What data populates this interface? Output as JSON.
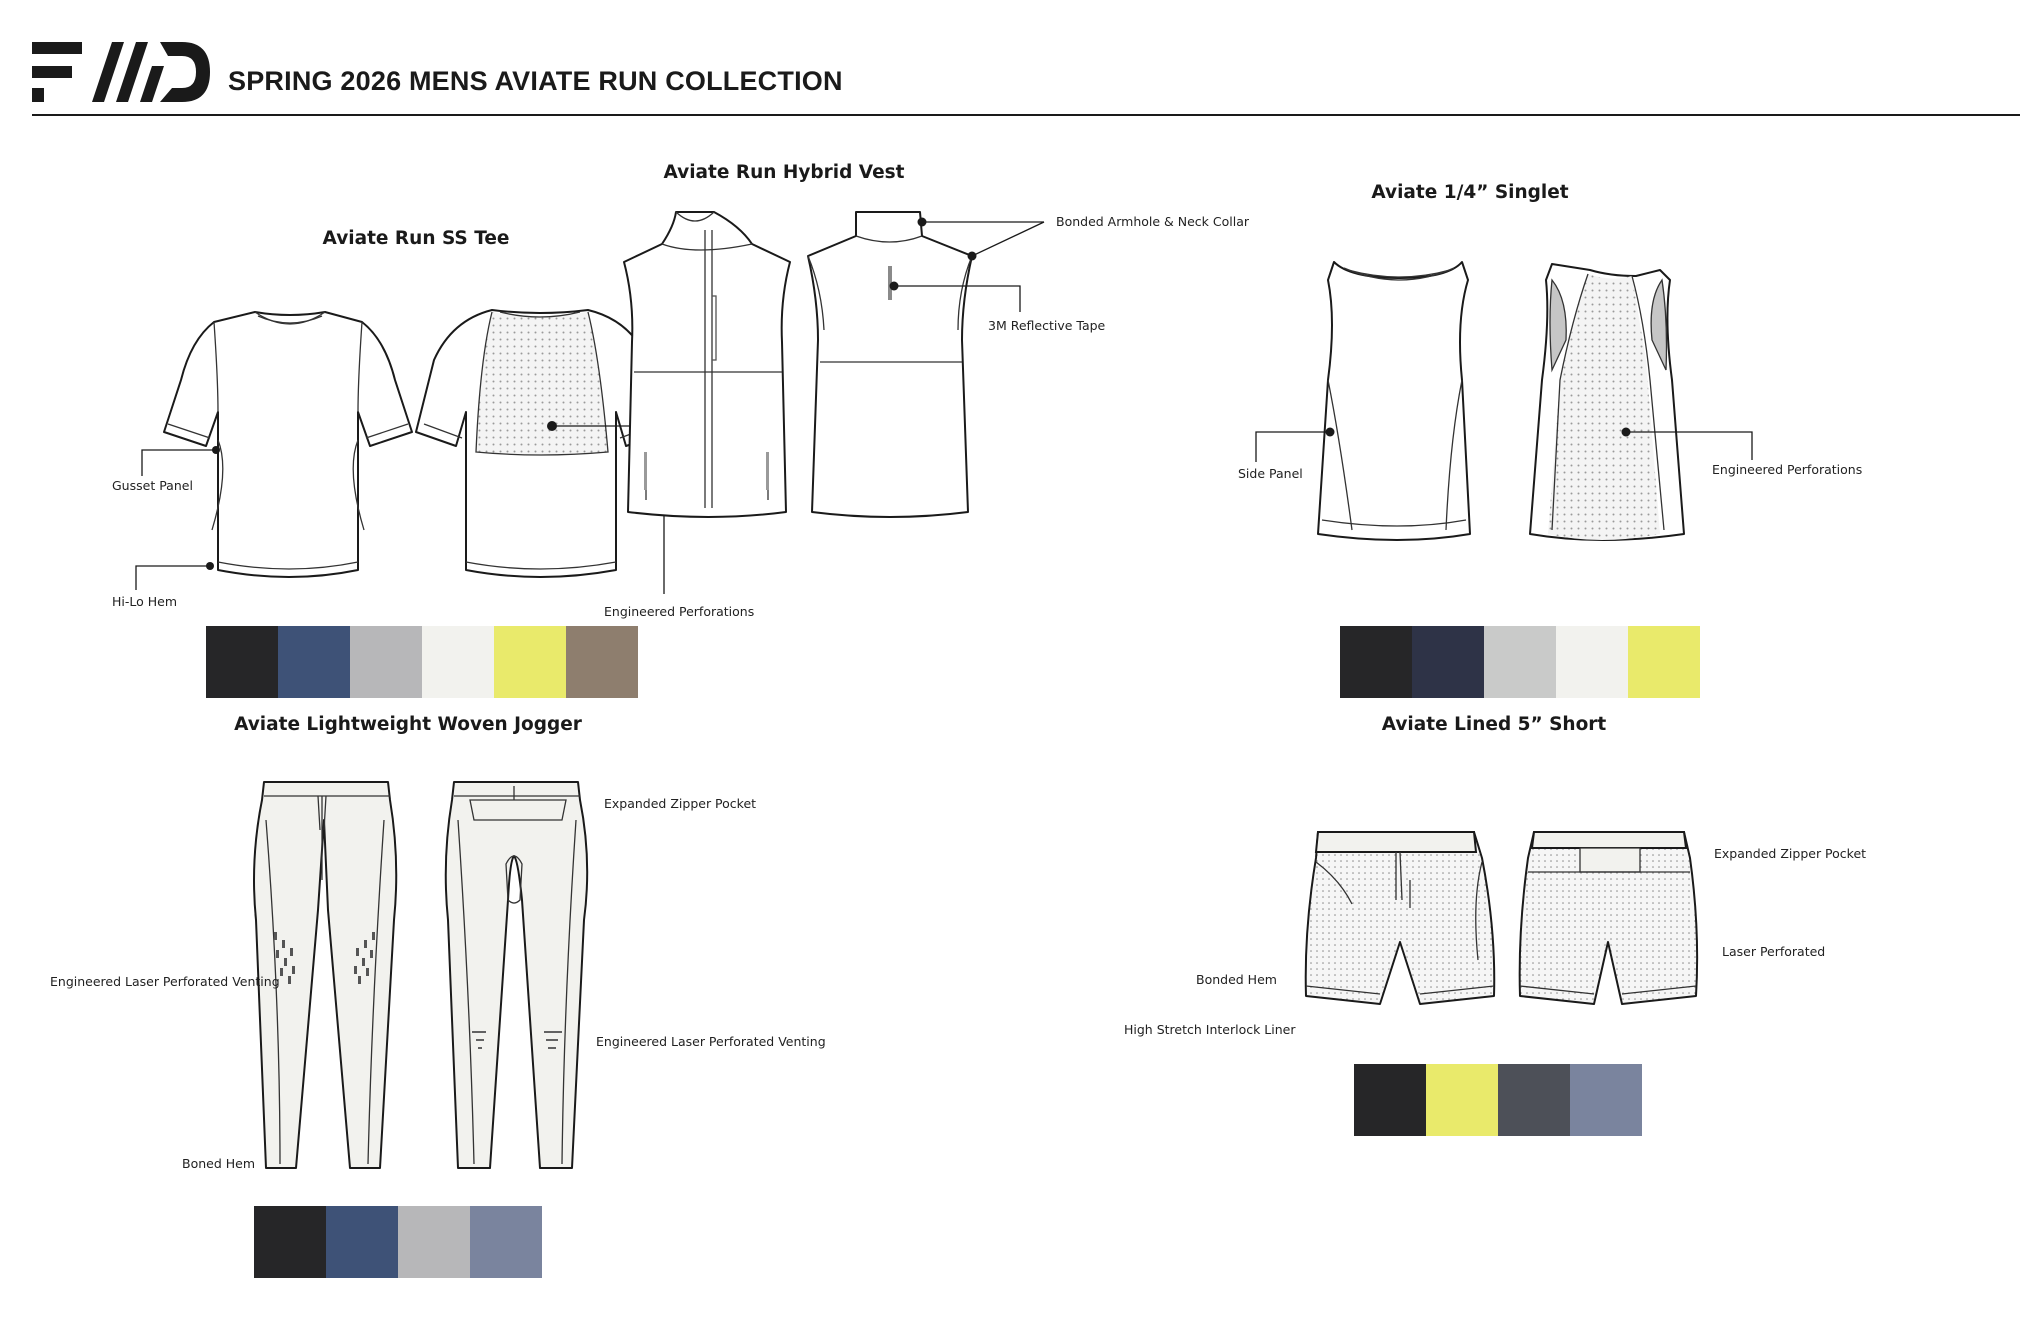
{
  "header": {
    "brand": "FWD",
    "title": "SPRING 2026 MENS AVIATE RUN COLLECTION"
  },
  "products": {
    "tee": {
      "name": "Aviate Run SS Tee",
      "callouts": [
        "Gusset Panel",
        "Hi-Lo Hem",
        "Engineered Perforations"
      ],
      "swatches": [
        "#262628",
        "#3e5277",
        "#b7b7b9",
        "#f2f2ee",
        "#e9ea6b",
        "#8e7e6e"
      ]
    },
    "vest": {
      "name": "Aviate Run Hybrid Vest",
      "callouts": [
        "Bonded Armhole & Neck Collar",
        "3M Reflective Tape"
      ]
    },
    "singlet": {
      "name": "Aviate 1/4” Singlet",
      "callouts": [
        "Side Panel",
        "Engineered Perforations"
      ],
      "swatches": [
        "#262628",
        "#2e3347",
        "#c9cac9",
        "#f2f2ee",
        "#e9ea6b"
      ]
    },
    "jogger": {
      "name": "Aviate Lightweight Woven Jogger",
      "callouts": [
        "Expanded Zipper Pocket",
        "Engineered Laser Perforated Venting",
        "Engineered Laser Perforated Venting",
        "Boned Hem"
      ],
      "swatches": [
        "#262628",
        "#3e5277",
        "#b7b7b9",
        "#7a849e"
      ]
    },
    "short": {
      "name": "Aviate Lined 5” Short",
      "callouts": [
        "Expanded Zipper Pocket",
        "Laser Perforated",
        "Bonded Hem",
        "High Stretch Interlock Liner"
      ],
      "swatches": [
        "#262628",
        "#e9ea6b",
        "#4d5058",
        "#7a849e"
      ]
    }
  }
}
